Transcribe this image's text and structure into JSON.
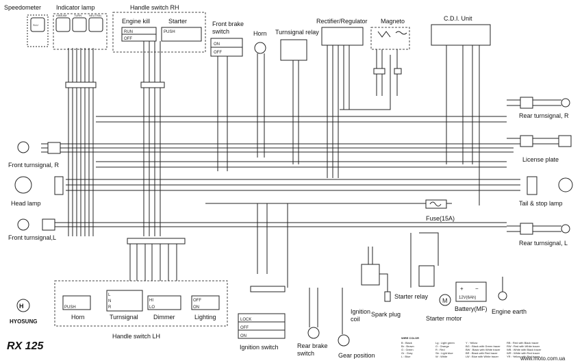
{
  "brand": {
    "name": "HYOSUNG",
    "model": "RX 125",
    "watermark": "www.moto.com.ua"
  },
  "components": {
    "speedometer": "Speedometer",
    "indicator_lamp": "Indicator lamp",
    "handle_switch_rh": "Handle switch RH",
    "engine_kill": "Engine kill",
    "starter": "Starter",
    "front_brake_switch": "Front brake switch",
    "horn_top": "Horn",
    "turnsignal_relay": "Turnsignal relay",
    "rectifier_regulator": "Rectifier/Regulator",
    "magneto": "Magneto",
    "cdi_unit": "C.D.I. Unit",
    "rear_turnsignal_r": "Rear turnsignal, R",
    "license_plate": "License plate",
    "tail_stop_lamp": "Tail & stop lamp",
    "fuse": "Fuse(15A)",
    "rear_turnsignal_l": "Rear turnsignal, L",
    "front_turnsignal_r": "Front turnsignal, R",
    "head_lamp": "Head lamp",
    "front_turnsignal_l": "Front turnsignal,L",
    "starter_relay": "Starter relay",
    "battery": "Battery(MF)",
    "battery_spec": "12V(6Ah)",
    "engine_earth": "Engine earth",
    "spark_plug": "Spark plug",
    "starter_motor": "Starter motor",
    "ignition_coil": "Ignition coil",
    "ignition_switch": "Ignition switch",
    "rear_brake_switch": "Rear brake switch",
    "gear_position": "Gear position",
    "handle_switch_lh": "Handle switch LH",
    "horn_lh": "Horn",
    "turnsignal_lh": "Turnsignal",
    "dimmer": "Dimmer",
    "lighting": "Lighting"
  },
  "indicator_labels": [
    "H/BEAM",
    "TURN",
    "NEUTRAL"
  ],
  "switch_labels": {
    "engine_kill_run": "RUN",
    "engine_kill_off": "OFF",
    "starter_push": "PUSH",
    "brake_on": "ON",
    "brake_off": "OFF",
    "horn_push": "PUSH",
    "turn_l": "L",
    "turn_n": "N",
    "turn_r": "R",
    "dimmer_hi": "HI",
    "dimmer_lo": "LO",
    "lighting_off": "OFF",
    "lighting_on": "ON",
    "ign_lock": "LOCK",
    "ign_off": "OFF",
    "ign_on": "ON"
  },
  "wire_color_legend": {
    "title": "WIRE COLOR",
    "entries": [
      "B : Black",
      "Br : Brown",
      "G : Green",
      "Gr : Gray",
      "L : Blue",
      "Lg : Light green",
      "O : Orange",
      "R : Red",
      "Sb : Light blue",
      "W : White",
      "Y : Yellow",
      "BG : Black with Green tracer",
      "BW : Black with White tracer",
      "BR : Black with Red tracer",
      "LW : Blue with White tracer",
      "RB : Red with Black tracer",
      "RW : Red with White tracer",
      "WB : White with Black tracer",
      "WR : White with Red tracer",
      "YR : Yellow with Red tracer"
    ]
  }
}
